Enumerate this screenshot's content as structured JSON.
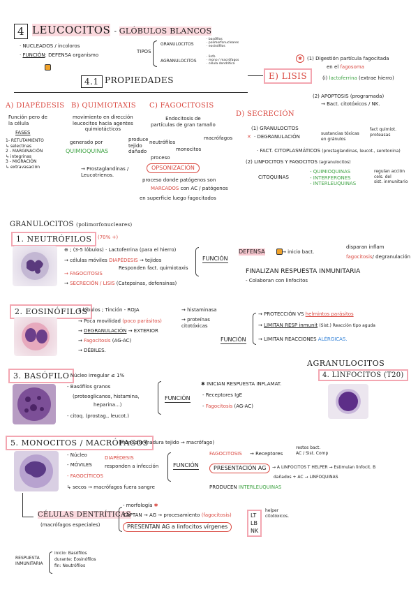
{
  "header": {
    "number": "4",
    "title": "LEUCOCITOS",
    "subtitle": "GLÓBULOS BLANCOS",
    "nucleados": "· NUCLEADOS / incoloros",
    "funcion_label": "FUNCIÓN",
    "funcion_text": ": DEFENSA organismo",
    "tipos": "TIPOS",
    "granulocitos": "GRANULOCITOS",
    "gran_list": [
      "· basófilos",
      "· polimorfonucleares",
      "· eosinófilos"
    ],
    "agranulocitos": "AGRANULOCITOS",
    "agran_list": [
      "· linfo",
      "· mono / macrófagos",
      "· célula dendrítica"
    ]
  },
  "lisis": {
    "title": "E) LISIS",
    "i1": "(1) Digestión partícula fagocitada",
    "i1b": "en el fagosoma",
    "i1c": "(i) lactoferrina (extrae hierro)",
    "i2": "(2) APOPTOSIS (programada)",
    "i2b": "→ Bact. citotóxicos / NK."
  },
  "propiedades": {
    "number": "4.1",
    "title": "PROPIEDADES",
    "a_title": "A) DIAPÉDESIS",
    "a_text": [
      "Función pero de",
      "la célula"
    ],
    "fases": "FASES",
    "fases_list": [
      "1- RETUTAMIENTO",
      "   ↳ selectinas",
      "2 - MARGINACIÓN",
      "   ↳ integrinas",
      "3 - MIGRACIÓN",
      "   ↳ extravasación"
    ],
    "b_title": "B) QUIMIOTAXIS",
    "b_text": [
      "movimiento en dirección",
      "leucocitos hacia agentes",
      "quimiotácticos"
    ],
    "b_generado": "generado por",
    "b_quimio": "QUIMIOQUINAS",
    "b_produce": [
      "produce",
      "tejido",
      "dañado"
    ],
    "b_prost": [
      "→ Prostaglandinas /",
      "   Leucotrienos."
    ],
    "c_title": "C) FAGOCITOSIS",
    "c_text": [
      "Endocitosis de",
      "partículas de gran tamaño"
    ],
    "c_neutro": "neutrófilos",
    "c_macro": "macrófagos",
    "c_mono": "monocitos",
    "c_proceso": "proceso",
    "c_opson": "OPSONIZACIÓN",
    "c_proc1": "proceso donde patógenos son",
    "c_marcados": "MARCADOS",
    "c_proc2": "con AC / patógenos",
    "c_proc3": "en superficie  luego fagocitados",
    "d_title": "D) SECRECIÓN",
    "d1": "(1) GRANULOCITOS",
    "d1a": "· DEGRANULACIÓN",
    "d1a_t": "sustancias tóxicas en gránulos",
    "d1a_r": [
      "fact quimiot.",
      "proteasas"
    ],
    "d1b": "· FACT. CITOPLASMÁTICOS",
    "d1b_t": "(prostaglandinas, leucot., serotonina)",
    "d2": "(2) LINFOCITOS Y FAGOCITOS",
    "d2_t": "(agranulocitos)",
    "d2_cito": "CITOQUINAS",
    "d2_list": [
      "QUIMIOQUINAS",
      "INTERFERONES",
      "INTERLEUQUINAS"
    ],
    "d2_r": [
      "regulan acción",
      "cels. del",
      "sist. inmunitario"
    ]
  },
  "granulocitos": {
    "title": "GRANULOCITOS",
    "subtitle": "(polimorfonucleares)"
  },
  "neutrofilos": {
    "title": "1. NEUTRÓFILOS",
    "note": "(70% +)",
    "l1": "(3-5 lóbulos) · Lactoferrina (para el hierro)",
    "l2a": "células móviles",
    "l2b": "DIAPÉDESIS",
    "l2c": "→ tejidos",
    "l2d": "Responden fact. quimiotaxis",
    "l3": "FAGOCITOSIS",
    "l4": "SECRECIÓN / LISIS",
    "l4b": "(Catepsinas, defensinas)",
    "funcion": "FUNCIÓN",
    "f1": "DEFENSA",
    "f1b": "→ inicio bact.",
    "f1c": "disparan inflam",
    "f1d": "fagocitosis",
    "f1e": "/ degranulación",
    "f2": "FINALIZAN RESPUESTA INMUNITARIA",
    "f3": "- Colaboran con linfocitos"
  },
  "eosinofilos": {
    "title": "2. EOSINÓFILOS",
    "l1a": "2 lóbulos",
    "l1b": "Tinción - ROJA",
    "l2": "Poca movilidad",
    "l2b": "(poco parásitos)",
    "l3": "DEGRANULACIÓN",
    "l3b": "→ EXTERIOR",
    "l4": "Fagocitosis",
    "l4b": "(AG-AC)",
    "l5": "DÉBILES.",
    "side1": "→ histaminasa",
    "side2": [
      "→ proteínas",
      "  citotóxicas"
    ],
    "funcion": "FUNCIÓN",
    "f1": "PROTECCIÓN VS",
    "f1b": "helmintos parásitos",
    "f2": "LIMITAN RESP inmunit",
    "f2b": "(Sist.) Reacción tipo aguda",
    "f3": "LIMITAN REACCIONES",
    "f3b": "ALÉRGICAS."
  },
  "basofilo": {
    "title": "3. BASÓFILO",
    "l1": "Núcleo irregular ≤ 1%",
    "l2": "Basófilos granos",
    "l3": "(proteoglicanos, histamina,",
    "l3b": "heparina...)",
    "l4": "citoq. (prostag., leucot.)",
    "funcion": "FUNCIÓN",
    "f1": "INICIAN RESPUESTA INFLAMAT.",
    "f2": "- Receptores IgE",
    "f3": "Fagocitosis",
    "f3b": "(AG-AC)"
  },
  "agranulocitos": {
    "title": "AGRANULOCITOS",
    "linfo": "4. LINFOCITOS (T20)"
  },
  "monocitos": {
    "title": "5. MONOCITOS / MACRÓFAGOS",
    "note": "(monocito madura tejido → macrófago)",
    "l1": "Núcleo",
    "l2": "MÓVILES",
    "l2a": "DIAPÉDESIS",
    "l2b": "responden a infección",
    "l3": "FAGOCÍTICOS",
    "l4": "↳ secos → macrófagos fuera sangre",
    "funcion": "FUNCIÓN",
    "f1": "FAGOCITOSIS",
    "f1b": "→ Receptores",
    "f1c": [
      "restos bact.",
      "AC / Sist. Comp"
    ],
    "f2": "PRESENTACIÓN AG",
    "f2b": "→ A LINFOCITOS T HELPER → Estimulan linfocit. B",
    "f2c": "dañados + AC → LINFOQUINAS",
    "f3": "PRODUCEN",
    "f3b": "INTERLEUQUINAS"
  },
  "dendriticas": {
    "title": "CÉLULAS DENTRÍTICAS",
    "sub": "(macrófagos especiales)",
    "l1": "morfología",
    "l2": "CAPTAN → AG → procesamiento",
    "l2b": "(fagocitosis)",
    "l3": "PRESENTAN AG a linfocitos vírgenes",
    "cells": [
      "LT",
      "LB",
      "NK"
    ],
    "helper": [
      "helper",
      "citotóxicos."
    ]
  },
  "footer": {
    "title": [
      "RESPUESTA",
      "INMUNITARIA"
    ],
    "items": [
      "inicio: Basófilos",
      "durante: Eosinófilos",
      "fin: Neutrófilos"
    ]
  },
  "colors": {
    "pink": "#f3a6b1",
    "red": "#d9473f",
    "green": "#3fa344",
    "blue": "#2f7fd6"
  }
}
